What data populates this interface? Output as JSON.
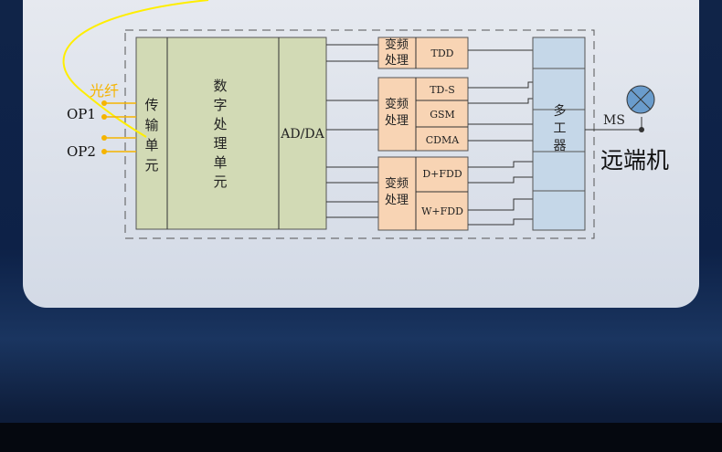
{
  "fiber_label": "光纤",
  "ports": [
    "OP1",
    "OP2"
  ],
  "transmission_unit": "传输单元",
  "digital_unit": "数字处理单元",
  "adda": "AD/DA",
  "converter_label": "变频处理",
  "bands": {
    "group1": [
      "TDD"
    ],
    "group2": [
      "TD-S",
      "GSM",
      "CDMA"
    ],
    "group3": [
      "D+FDD",
      "W+FDD"
    ]
  },
  "multiplexer": "多工器",
  "ms": "MS",
  "remote": "远端机",
  "colors": {
    "green": "#d2dab5",
    "orange": "#f8d4b4",
    "blue": "#c5d7e8",
    "fiber": "#ffee00",
    "port": "#f5b400"
  }
}
